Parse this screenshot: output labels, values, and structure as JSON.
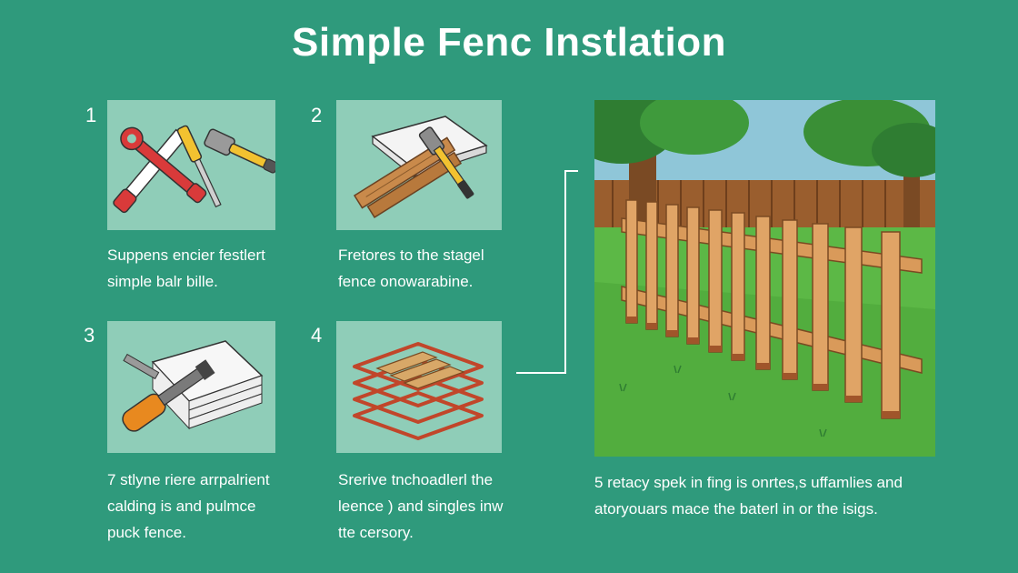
{
  "title": "Simple Fenc Instlation",
  "steps": [
    {
      "number": "1",
      "caption_line1": "Suppens encier festlert",
      "caption_line2": "simple balr bille.",
      "icon": "tools-icon"
    },
    {
      "number": "2",
      "caption_line1": "Fretores to the stagel",
      "caption_line2": "fence onowarabine.",
      "icon": "hammer-board-icon"
    },
    {
      "number": "3",
      "caption_line1": "7 stlyne riere arrpalrient",
      "caption_line2": "calding is and pulmce",
      "caption_line3": "puck fence.",
      "icon": "saw-stack-icon"
    },
    {
      "number": "4",
      "caption_line1": "Srerive tnchoadlerl the",
      "caption_line2": "leence ) and singles inw",
      "caption_line3": "tte cersory.",
      "icon": "lumber-stack-icon"
    }
  ],
  "step5": {
    "caption_line1": "5 retacy spek in fing is onrtes,s uffamlies and",
    "caption_line2": "atoryouars mace the baterl in or the isigs.",
    "icon": "fence-scene-illustration"
  },
  "colors": {
    "background": "#2f9a7c",
    "panel": "#8fcdb8",
    "text": "#ffffff"
  }
}
